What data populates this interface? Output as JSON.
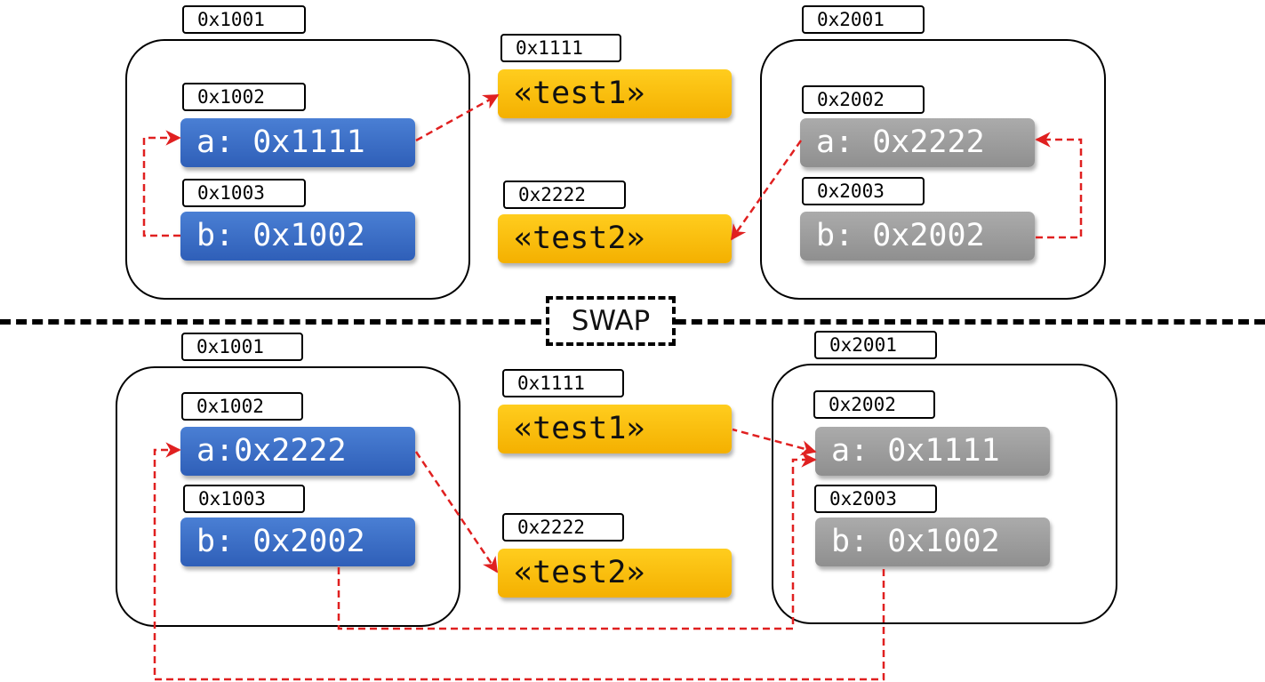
{
  "swap_label": "SWAP",
  "colors": {
    "blue": "#3a6cc8",
    "gray": "#9a9a9a",
    "gold": "#ffc000",
    "arrow": "#e02020"
  },
  "before": {
    "left_frame": {
      "address": "0x1001",
      "a": {
        "address": "0x1002",
        "text": "a: 0x1111"
      },
      "b": {
        "address": "0x1003",
        "text": "b: 0x1002"
      }
    },
    "strings": [
      {
        "address": "0x1111",
        "text": "«test1»"
      },
      {
        "address": "0x2222",
        "text": "«test2»"
      }
    ],
    "right_frame": {
      "address": "0x2001",
      "a": {
        "address": "0x2002",
        "text": "a: 0x2222"
      },
      "b": {
        "address": "0x2003",
        "text": "b: 0x2002"
      }
    }
  },
  "after": {
    "left_frame": {
      "address": "0x1001",
      "a": {
        "address": "0x1002",
        "text": "a:0x2222"
      },
      "b": {
        "address": "0x1003",
        "text": "b: 0x2002"
      }
    },
    "strings": [
      {
        "address": "0x1111",
        "text": "«test1»"
      },
      {
        "address": "0x2222",
        "text": "«test2»"
      }
    ],
    "right_frame": {
      "address": "0x2001",
      "a": {
        "address": "0x2002",
        "text": "a: 0x1111"
      },
      "b": {
        "address": "0x2003",
        "text": "b: 0x1002"
      }
    }
  }
}
